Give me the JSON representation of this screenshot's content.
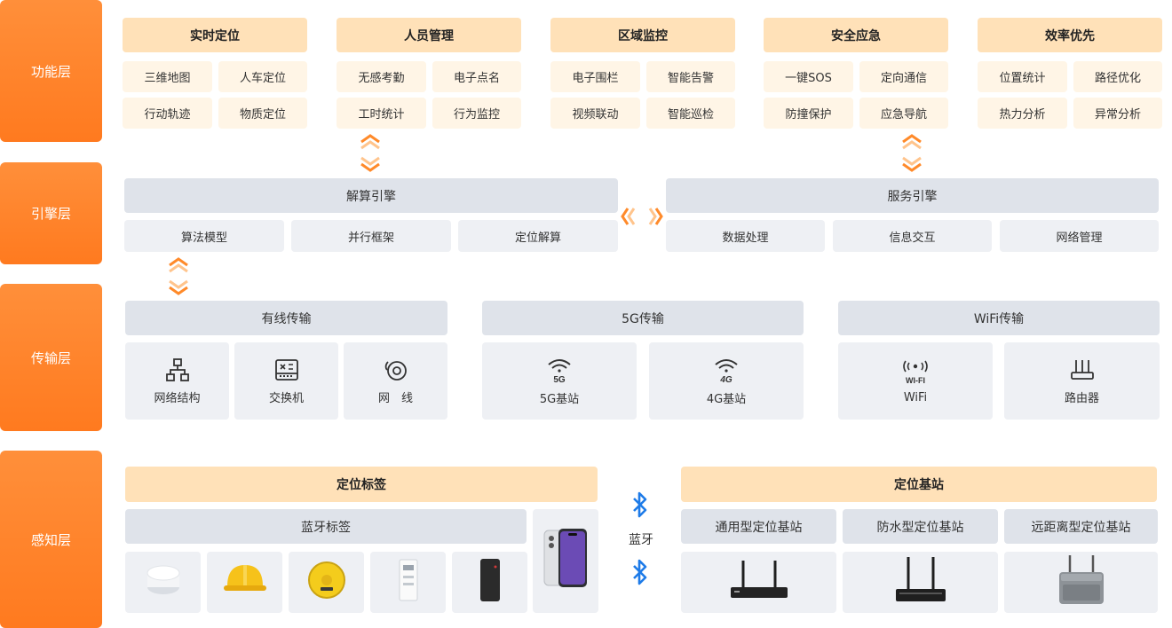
{
  "layers": {
    "function": "功能层",
    "engine": "引擎层",
    "transport": "传输层",
    "perception": "感知层"
  },
  "function_groups": [
    {
      "title": "实时定位",
      "items": [
        "三维地图",
        "人车定位",
        "行动轨迹",
        "物质定位"
      ]
    },
    {
      "title": "人员管理",
      "items": [
        "无感考勤",
        "电子点名",
        "工时统计",
        "行为监控"
      ]
    },
    {
      "title": "区域监控",
      "items": [
        "电子围栏",
        "智能告警",
        "视频联动",
        "智能巡检"
      ]
    },
    {
      "title": "安全应急",
      "items": [
        "一键SOS",
        "定向通信",
        "防撞保护",
        "应急导航"
      ]
    },
    {
      "title": "效率优先",
      "items": [
        "位置统计",
        "路径优化",
        "热力分析",
        "异常分析"
      ]
    }
  ],
  "engines": [
    {
      "title": "解算引擎",
      "items": [
        "算法模型",
        "并行框架",
        "定位解算"
      ]
    },
    {
      "title": "服务引擎",
      "items": [
        "数据处理",
        "信息交互",
        "网络管理"
      ]
    }
  ],
  "transport": [
    {
      "title": "有线传输",
      "items": [
        {
          "label": "网络结构",
          "icon": "network-structure-icon"
        },
        {
          "label": "交换机",
          "icon": "switch-icon"
        },
        {
          "label": "网　线",
          "icon": "cable-icon"
        }
      ]
    },
    {
      "title": "5G传输",
      "items": [
        {
          "label": "5G基站",
          "icon": "5g-signal-icon",
          "icon_text": "5G"
        },
        {
          "label": "4G基站",
          "icon": "4g-signal-icon",
          "icon_text": "4G"
        }
      ]
    },
    {
      "title": "WiFi传输",
      "items": [
        {
          "label": "WiFi",
          "icon": "wifi-icon",
          "icon_text": "WI-FI"
        },
        {
          "label": "路由器",
          "icon": "router-icon"
        }
      ]
    }
  ],
  "perception": {
    "tags_title": "定位标签",
    "bluetooth_tags": "蓝牙标签",
    "bluetooth": "蓝牙",
    "stations_title": "定位基站",
    "stations": [
      "通用型定位基站",
      "防水型定位基站",
      "远距离型定位基站"
    ]
  },
  "colors": {
    "layer_orange": "#ff7a1f",
    "peach": "#ffe1b8",
    "cream": "#fff5e6",
    "gray": "#dfe3ea",
    "light": "#eef0f4",
    "bluetooth_blue": "#1e7be8"
  }
}
